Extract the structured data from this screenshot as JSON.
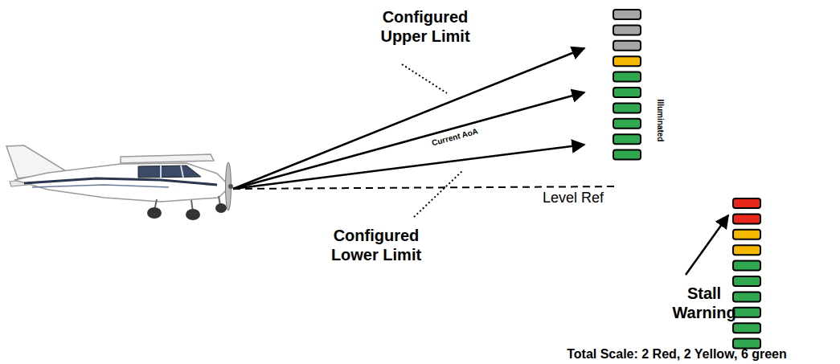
{
  "diagram": {
    "labels": [
      "Configured Upper Limit",
      "Current AoA",
      "Level Ref",
      "Configured Lower Limit",
      "Illuminated",
      "Stall Warning",
      "Total Scale: 2 Red, 2 Yellow, 6 green"
    ]
  }
}
